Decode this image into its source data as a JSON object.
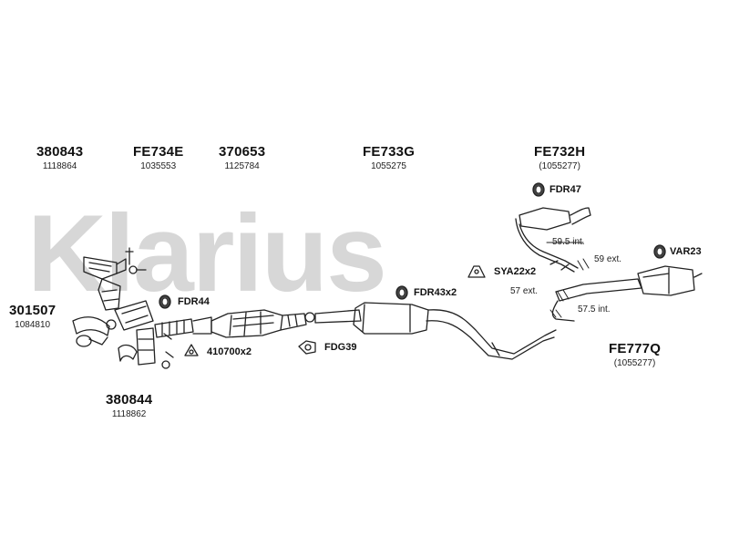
{
  "watermark": {
    "text": "Klarius"
  },
  "parts": {
    "p380843": {
      "number": "380843",
      "ref": "1118864"
    },
    "fe734e": {
      "number": "FE734E",
      "ref": "1035553"
    },
    "p370653": {
      "number": "370653",
      "ref": "1125784"
    },
    "fe733g": {
      "number": "FE733G",
      "ref": "1055275"
    },
    "fe732h": {
      "number": "FE732H",
      "ref": "(1055277)"
    },
    "p301507": {
      "number": "301507",
      "ref": "1084810"
    },
    "p380844": {
      "number": "380844",
      "ref": "1118862"
    },
    "fe777q": {
      "number": "FE777Q",
      "ref": "(1055277)"
    }
  },
  "fittings": {
    "fdr47": "FDR47",
    "var23": "VAR23",
    "sya22x2": "SYA22x2",
    "fdr43x2": "FDR43x2",
    "fdr44": "FDR44",
    "fdg39": "FDG39",
    "s410700x2": "410700x2"
  },
  "dimensions": {
    "d1": "59.5 int.",
    "d2": "59 ext.",
    "d3": "57 ext.",
    "d4": "57.5 int."
  },
  "colors": {
    "line": "#222222",
    "watermark": "#d7d7d7"
  }
}
